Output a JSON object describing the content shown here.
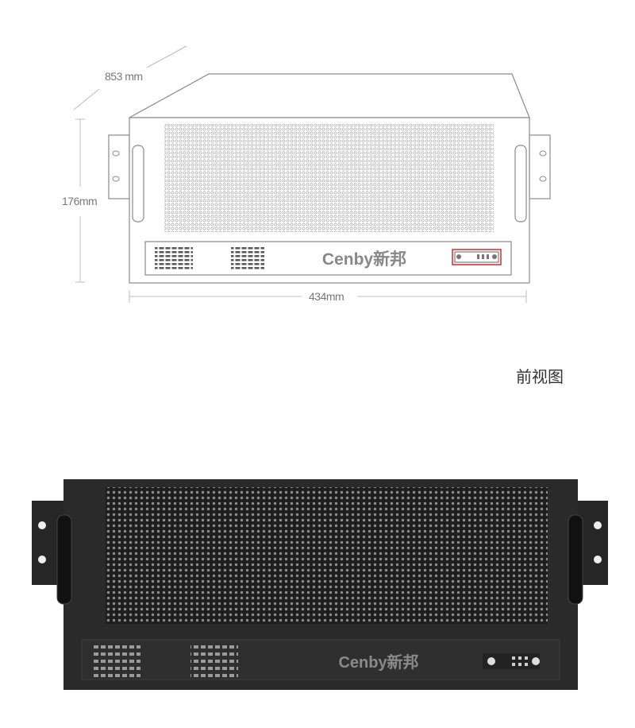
{
  "dimensions": {
    "depth": "853 mm",
    "height": "176mm",
    "width": "434mm"
  },
  "brand": "Cenby新邦",
  "caption": "前视图",
  "colors": {
    "line": "#8a8a8a",
    "highlight": "#d9262c",
    "chassis_dark": "#2a2a2a"
  }
}
